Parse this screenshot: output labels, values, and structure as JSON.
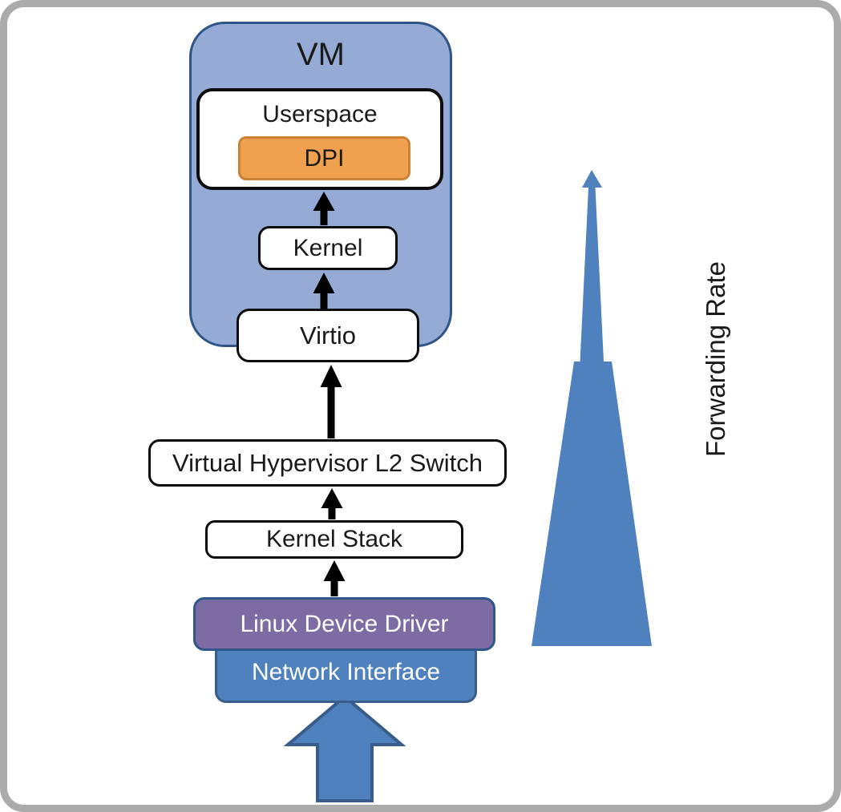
{
  "diagram": {
    "vm_label": "VM",
    "userspace_label": "Userspace",
    "dpi_label": "DPI",
    "kernel_label": "Kernel",
    "virtio_label": "Virtio",
    "hypervisor_switch_label": "Virtual Hypervisor L2 Switch",
    "kernel_stack_label": "Kernel Stack",
    "linux_device_driver_label": "Linux Device Driver",
    "network_interface_label": "Network Interface",
    "forwarding_rate_label": "Forwarding Rate"
  },
  "colors": {
    "vm_fill": "#95ABD6",
    "vm_border": "#2F5488",
    "accent_blue": "#4E81BD",
    "accent_blue_dark": "#385D8A",
    "dpi_fill": "#F0A150",
    "dpi_border": "#CD8134",
    "driver_fill": "#7D6BA3",
    "driver_border": "#2F578C",
    "flow_arrow_black": "#000000",
    "frame_gray": "#ABABAB"
  }
}
